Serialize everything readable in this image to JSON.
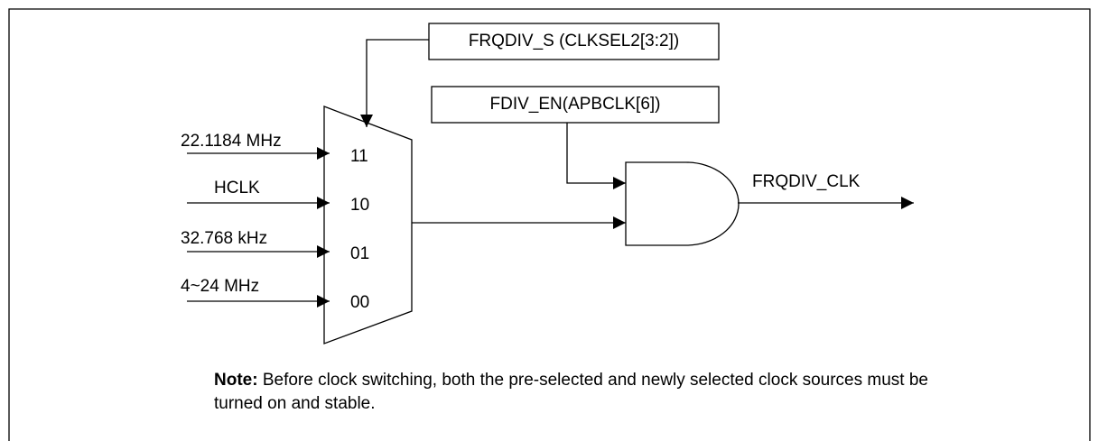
{
  "diagram": {
    "select_register": "FRQDIV_S (CLKSEL2[3:2])",
    "enable_register": "FDIV_EN(APBCLK[6])",
    "output": "FRQDIV_CLK",
    "inputs": [
      {
        "source": "22.1184 MHz",
        "code": "11"
      },
      {
        "source": "HCLK",
        "code": "10"
      },
      {
        "source": "32.768 kHz",
        "code": "01"
      },
      {
        "source": "4~24 MHz",
        "code": "00"
      }
    ]
  },
  "note": {
    "label": "Note:",
    "text": " Before clock switching, both the pre-selected and newly selected clock sources must be turned on and stable."
  }
}
